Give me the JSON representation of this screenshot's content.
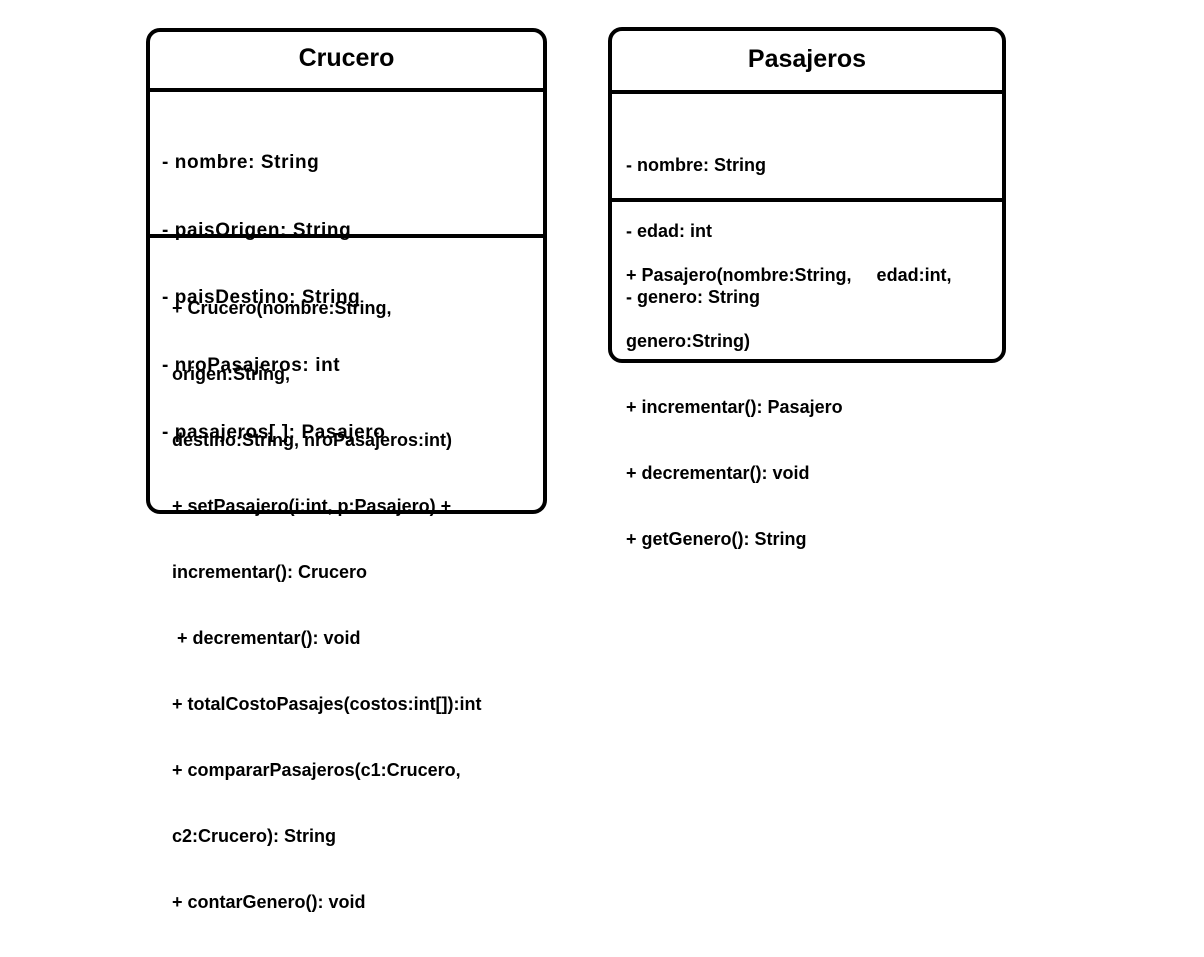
{
  "classes": [
    {
      "name": "Crucero",
      "attributes": [
        "- nombre: String",
        "- paisOrigen: String",
        "- paisDestino: String",
        "- nroPasajeros: int",
        "- pasajeros[ ]: Pasajero"
      ],
      "methods": [
        "+ Crucero(nombre:String,",
        "origen:String,",
        "destino:String, nroPasajeros:int)",
        "+ setPasajero(i:int, p:Pasajero) +",
        "incrementar(): Crucero",
        " + decrementar(): void",
        "+ totalCostoPasajes(costos:int[]):int",
        "+ compararPasajeros(c1:Crucero,",
        "c2:Crucero): String",
        "+ contarGenero(): void"
      ]
    },
    {
      "name": "Pasajeros",
      "attributes": [
        "- nombre: String",
        "- edad: int",
        "- genero: String"
      ],
      "methods": [
        "+ Pasajero(nombre:String,     edad:int,",
        "genero:String)",
        "+ incrementar(): Pasajero",
        "+ decrementar(): void",
        "+ getGenero(): String"
      ]
    }
  ]
}
